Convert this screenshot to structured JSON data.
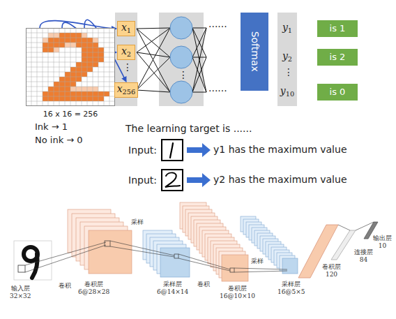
{
  "diagram": {
    "nodes": [
      {
        "text": [
          "16 x 16 = 256"
        ]
      },
      {
        "text": [
          "x1"
        ]
      },
      {
        "text": [
          "x2"
        ]
      },
      {
        "text": [
          "x256"
        ]
      },
      {
        "text": [
          "Softmax"
        ]
      },
      {
        "text": [
          "y1"
        ]
      },
      {
        "text": [
          "y2"
        ]
      },
      {
        "text": [
          "y10"
        ]
      },
      {
        "text": [
          "is 1"
        ]
      },
      {
        "text": [
          "is 2"
        ]
      },
      {
        "text": [
          "is 0"
        ]
      }
    ],
    "edges": [
      {
        "from": 0,
        "to": 1,
        "arrow": "to"
      },
      {
        "from": 0,
        "to": 2,
        "arrow": "to"
      },
      {
        "from": 0,
        "to": 3,
        "arrow": "to"
      }
    ],
    "labels": [
      "Ink → 1",
      "No ink → 0",
      "⋮",
      "⋮",
      "......",
      "......",
      "⋮",
      "The learning target is ......",
      "Input:",
      "y1 has the maximum value",
      "Input:",
      "y2 has the maximum value",
      "输入层 32×32",
      "卷积",
      "卷积层 6@28×28",
      "采样",
      "采样层 6@14×14",
      "卷积",
      "卷积层 16@10×10",
      "采样",
      "采样层 16@5×5",
      "卷积层 120",
      "连接层 84",
      "输出层 10"
    ]
  }
}
